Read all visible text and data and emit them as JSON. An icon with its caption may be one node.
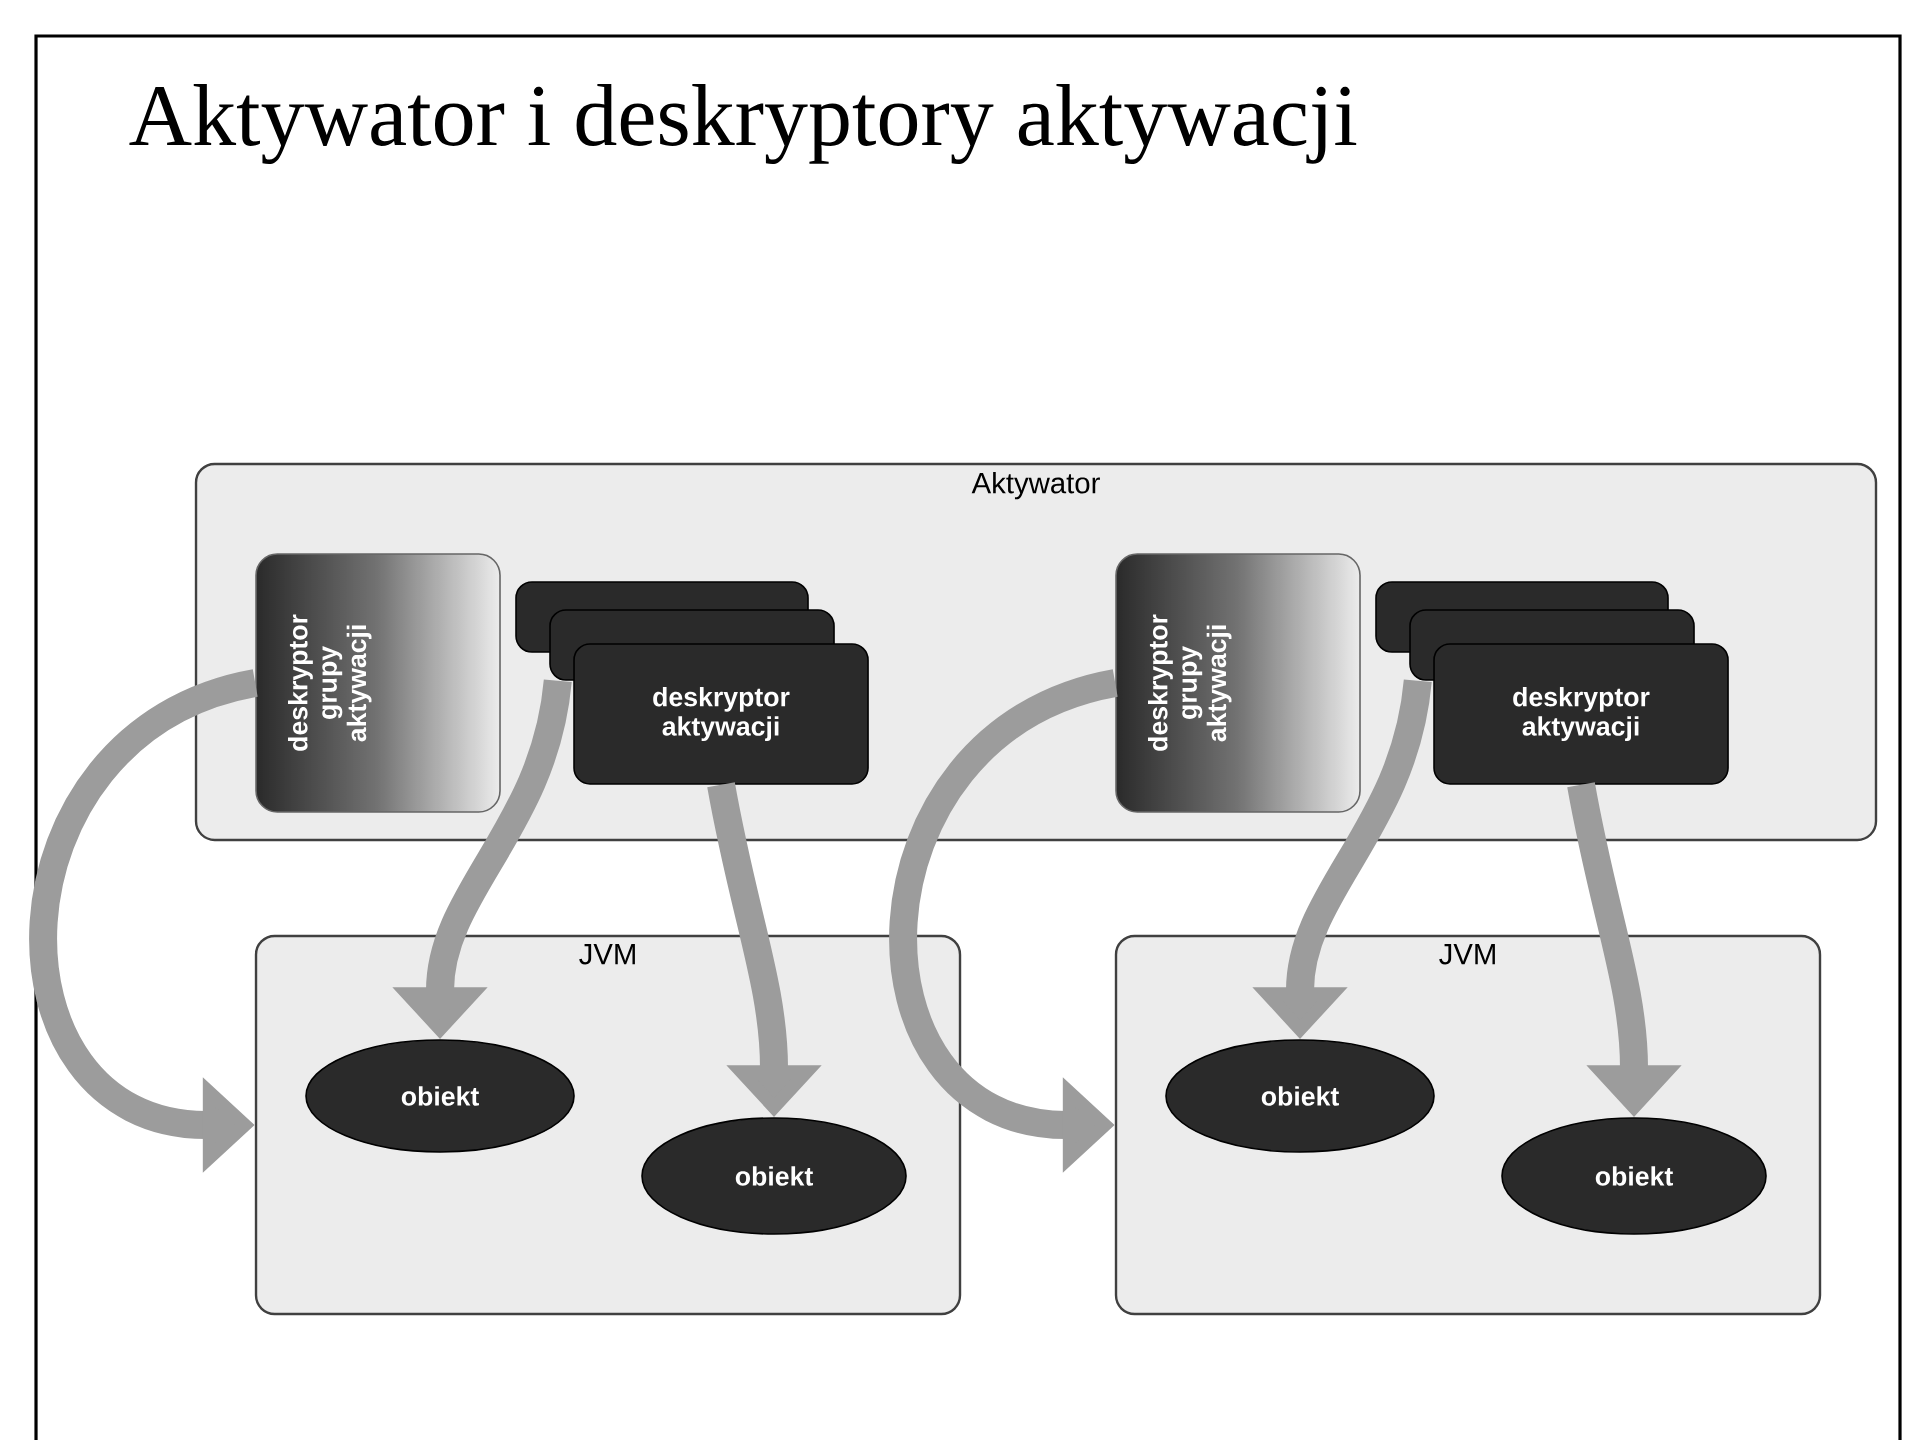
{
  "diagram": {
    "title": "Aktywator i deskryptory aktywacji",
    "nodes": [
      {
        "text": [
          "Aktywator"
        ]
      },
      {
        "text": [
          "deskryptor grupy aktywacji"
        ],
        "in": 0
      },
      {
        "text": [],
        "shape": "box",
        "in": 0
      },
      {
        "text": [],
        "shape": "box",
        "in": 0
      },
      {
        "text": [
          "deskryptor aktywacji"
        ],
        "in": 0
      },
      {
        "text": [
          "JVM"
        ]
      },
      {
        "text": [
          "obiekt"
        ],
        "in": 5
      },
      {
        "text": [
          "obiekt"
        ],
        "in": 5
      },
      {
        "text": [
          "deskryptor grupy aktywacji"
        ],
        "in": 0
      },
      {
        "text": [],
        "shape": "box",
        "in": 0
      },
      {
        "text": [],
        "shape": "box",
        "in": 0
      },
      {
        "text": [
          "deskryptor aktywacji"
        ],
        "in": 0
      },
      {
        "text": [
          "JVM"
        ]
      },
      {
        "text": [
          "obiekt"
        ],
        "in": 12
      },
      {
        "text": [
          "obiekt"
        ],
        "in": 12
      }
    ],
    "edges": [
      {
        "from": 1,
        "to": 5,
        "arrow": "to"
      },
      {
        "from": 3,
        "to": 6,
        "arrow": "to"
      },
      {
        "from": 4,
        "to": 7,
        "arrow": "to"
      },
      {
        "from": 8,
        "to": 12,
        "arrow": "to"
      },
      {
        "from": 10,
        "to": 13,
        "arrow": "to"
      },
      {
        "from": 11,
        "to": 14,
        "arrow": "to"
      }
    ]
  }
}
